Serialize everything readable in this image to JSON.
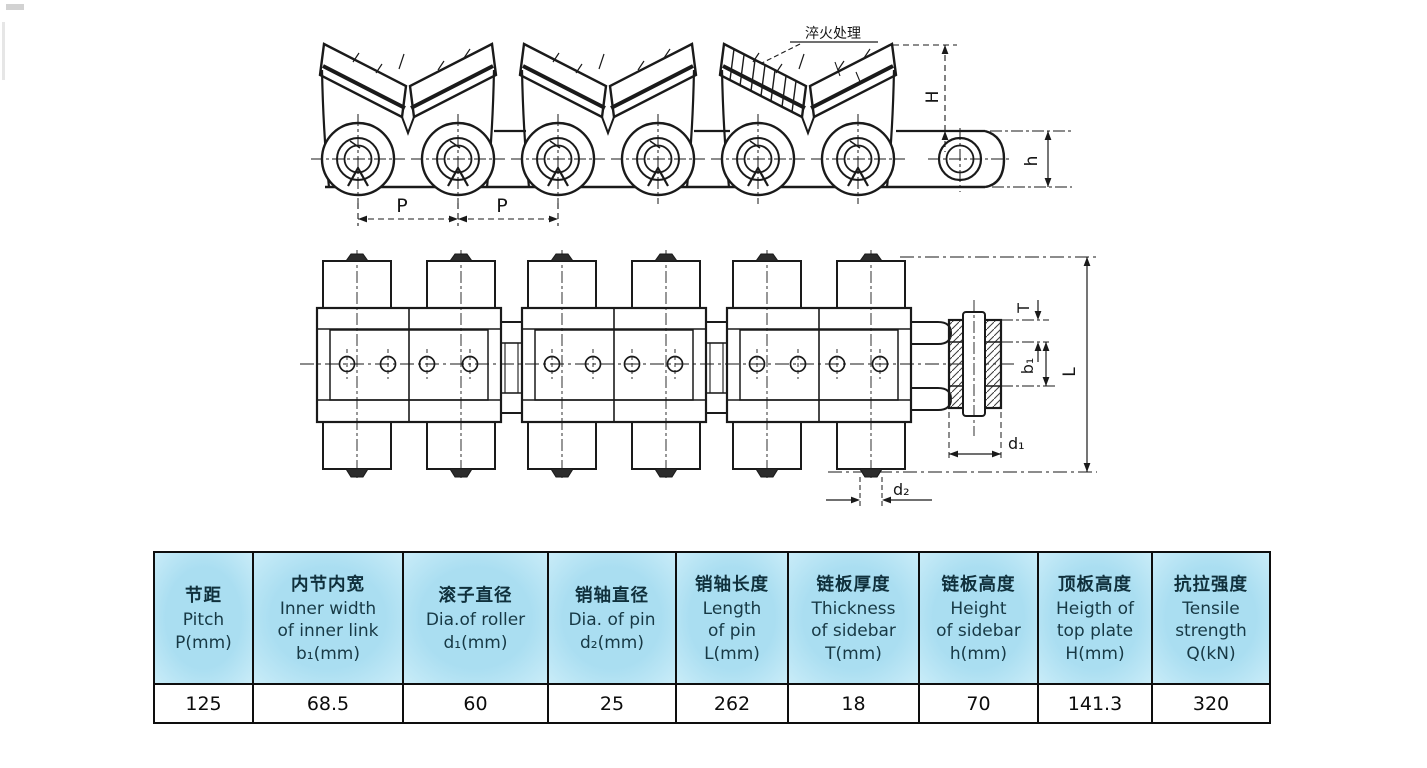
{
  "drawing": {
    "annotation_note": "淬火处理",
    "labels": {
      "pitch": "P",
      "top_plate_height": "H",
      "sidebar_height": "h",
      "sidebar_thickness": "T",
      "inner_width": "b₁",
      "pin_length": "L",
      "roller_dia": "d₁",
      "pin_dia": "d₂"
    }
  },
  "spec_table": {
    "columns": [
      {
        "zh": "节距",
        "en": "Pitch\nP(mm)",
        "value": "125"
      },
      {
        "zh": "内节内宽",
        "en": "Inner width\nof inner link\nb₁(mm)",
        "value": "68.5"
      },
      {
        "zh": "滚子直径",
        "en": "Dia.of roller\nd₁(mm)",
        "value": "60"
      },
      {
        "zh": "销轴直径",
        "en": "Dia. of pin\nd₂(mm)",
        "value": "25"
      },
      {
        "zh": "销轴长度",
        "en": "Length\nof pin\nL(mm)",
        "value": "262"
      },
      {
        "zh": "链板厚度",
        "en": "Thickness\nof sidebar\nT(mm)",
        "value": "18"
      },
      {
        "zh": "链板高度",
        "en": "Height\nof sidebar\nh(mm)",
        "value": "70"
      },
      {
        "zh": "顶板高度",
        "en": "Heigth of\ntop plate\nH(mm)",
        "value": "141.3"
      },
      {
        "zh": "抗拉强度",
        "en": "Tensile\nstrength\nQ(kN)",
        "value": "320"
      }
    ]
  }
}
